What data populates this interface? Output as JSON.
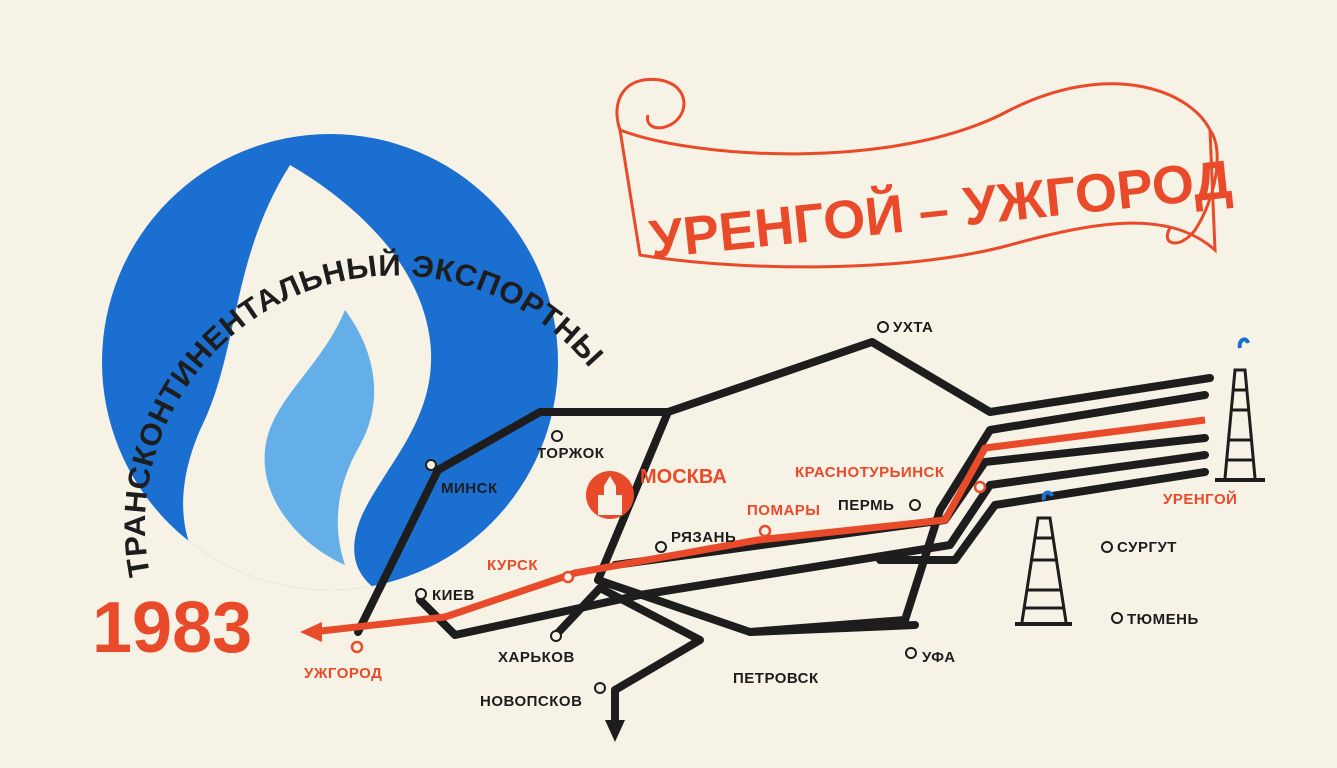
{
  "emblem": {
    "arc_text": "ТРАНСКОНТИНЕНТАЛЬНЫЙ ЭКСПОРТНЫЙ ГАЗОПРОВОД",
    "year": "1983",
    "circle_color": "#1b6fd1",
    "flame_color": "#4aa3e8"
  },
  "banner": {
    "text": "УРЕНГОЙ – УЖГОРОД",
    "color": "#e84a2a"
  },
  "map": {
    "pipeline_color": "#1d1d1d",
    "export_line_color": "#e84a2a",
    "cities": {
      "ukhta": "УХТА",
      "torzhok": "ТОРЖОК",
      "minsk": "МИНСК",
      "moskva": "МОСКВА",
      "pomary": "ПОМАРЫ",
      "krasnoturinsk": "КРАСНОТУРЬИНСК",
      "perm": "ПЕРМЬ",
      "urengoy": "УРЕНГОЙ",
      "ryazan": "РЯЗАНЬ",
      "kursk": "КУРСК",
      "kiev": "КИЕВ",
      "uzhgorod": "УЖГОРОД",
      "kharkov": "ХАРЬКОВ",
      "novopskov": "НОВОПСКОВ",
      "petrovsk": "ПЕТРОВСК",
      "ufa": "УФА",
      "surgut": "СУРГУТ",
      "tyumen": "ТЮМЕНЬ"
    }
  }
}
